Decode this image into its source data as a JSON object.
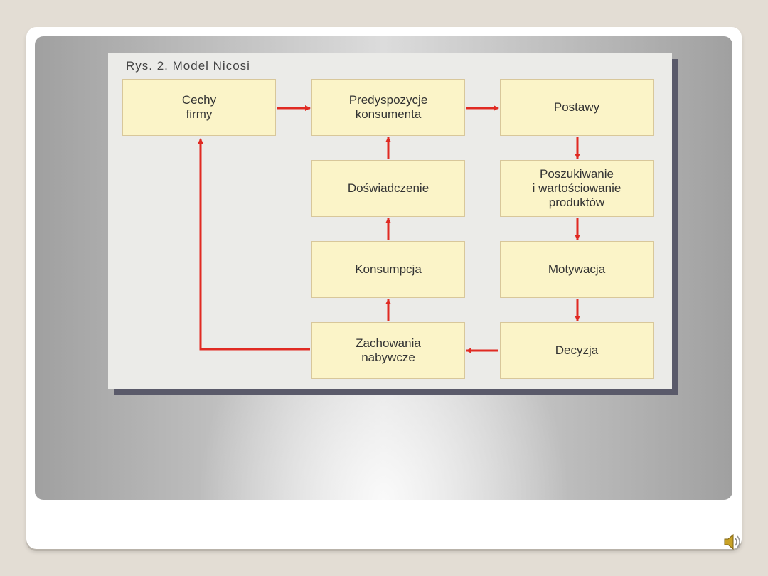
{
  "figure": {
    "caption": "Rys. 2. Model Nicosi",
    "boxes": {
      "cechy": "Cechy\nfirmy",
      "predyspozycje": "Predyspozycje\nkonsumenta",
      "postawy": "Postawy",
      "doswiadczenie": "Doświadczenie",
      "poszukiwanie": "Poszukiwanie\ni wartościowanie\nproduktów",
      "konsumpcja": "Konsumpcja",
      "motywacja": "Motywacja",
      "zachowania": "Zachowania\nnabywcze",
      "decyzja": "Decyzja"
    }
  },
  "colors": {
    "arrow": "#e02a22",
    "box_fill": "#fbf4c8",
    "panel": "#a0a0a0"
  },
  "icons": {
    "audio": "speaker-icon"
  }
}
